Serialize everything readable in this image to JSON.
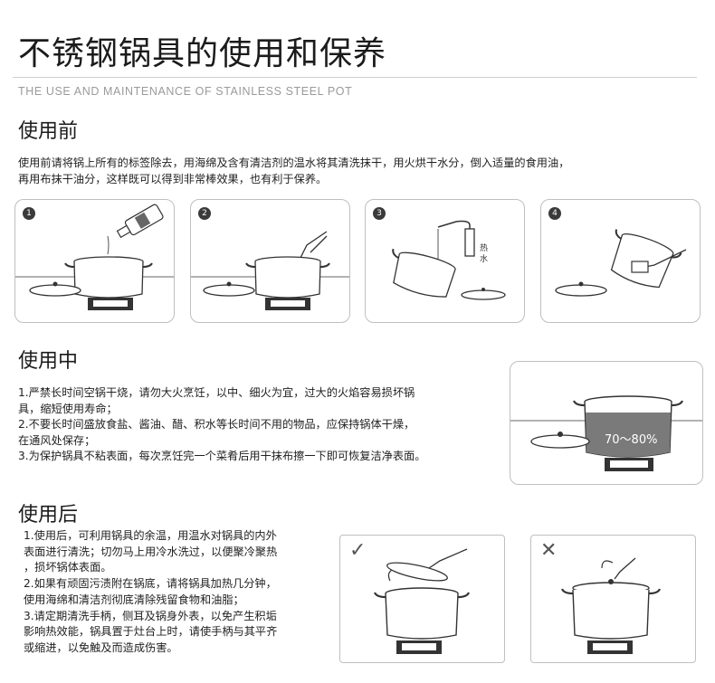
{
  "header": {
    "title": "不锈钢锅具的使用和保养",
    "subtitle": "THE USE AND MAINTENANCE OF STAINLESS STEEL POT"
  },
  "before": {
    "heading": "使用前",
    "lines": [
      "使用前请将锅上所有的标签除去，用海绵及含有清洁剂的温水将其清洗抹干，用火烘干水分，倒入适量的食用油，",
      "再用布抹干油分，这样既可以得到非常棒效果，也有利于保养。"
    ],
    "steps": [
      "1",
      "2",
      "3",
      "4"
    ],
    "hot_water_label": [
      "热",
      "水"
    ]
  },
  "during": {
    "heading": "使用中",
    "lines": [
      "1.严禁长时间空锅干烧，请勿大火烹饪，以中、细火为宜，过大的火焰容易损坏锅",
      "具，缩短使用寿命；",
      "2.不要长时间盛放食盐、酱油、醋、积水等长时间不用的物品，应保持锅体干燥，",
      "在通风处保存；",
      "3.为保护锅具不粘表面，每次烹饪完一个菜肴后用干抹布擦一下即可恢复洁净表面。"
    ],
    "fill_label": "70～80%"
  },
  "after": {
    "heading": "使用后",
    "lines": [
      "1.使用后，可利用锅具的余温，用温水对锅具的内外",
      "表面进行清洗；切勿马上用冷水洗过，以便聚冷聚热",
      "，损坏锅体表面。",
      "2.如果有顽固污渍附在锅底，请将锅具加热几分钟，",
      "使用海绵和清洁剂彻底清除残留食物和油脂；",
      "3.请定期清洗手柄，侧耳及锅身外表，以免产生积垢",
      "影响热效能，锅具置于灶台上时，请使手柄与其平齐",
      "或缩进，以免触及而造成伤害。"
    ],
    "correct_mark": "✓",
    "wrong_mark": "✕"
  }
}
